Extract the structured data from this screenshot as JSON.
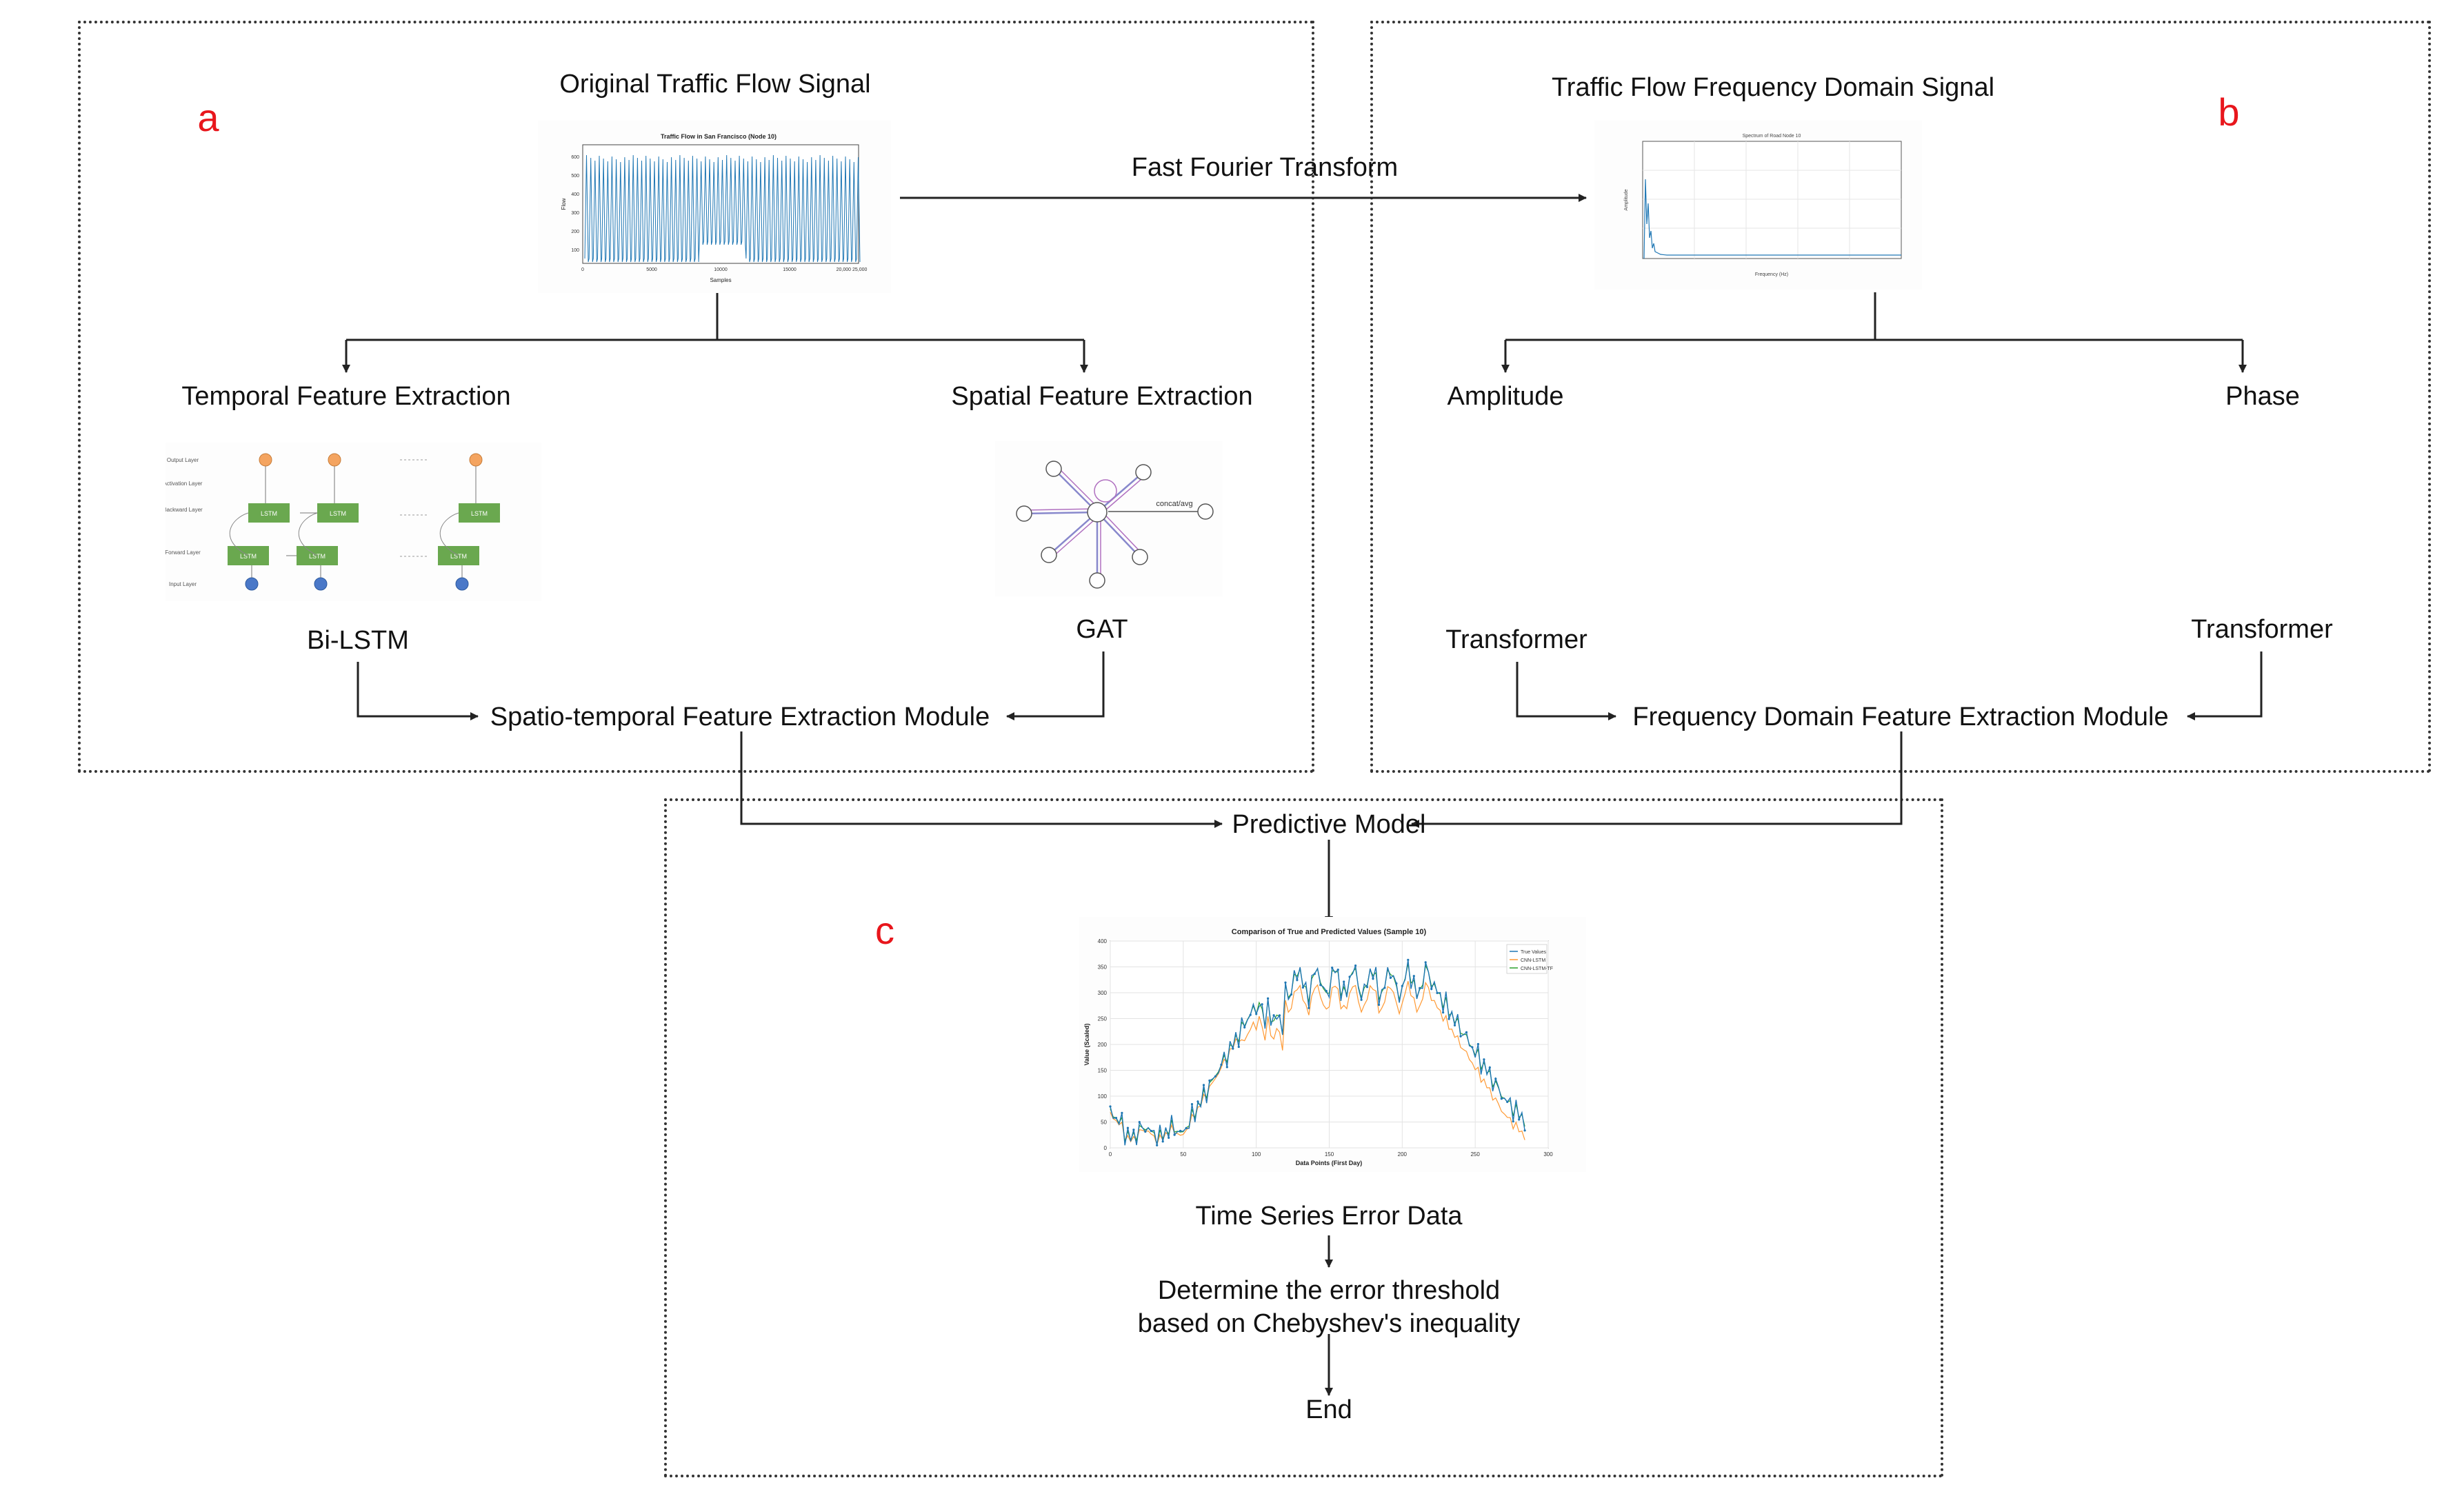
{
  "panels": {
    "a": {
      "tag": "a"
    },
    "b": {
      "tag": "b"
    },
    "c": {
      "tag": "c"
    }
  },
  "labels": {
    "original_signal": "Original Traffic Flow Signal",
    "fft": "Fast Fourier Transform",
    "freq_signal": "Traffic Flow Frequency Domain Signal",
    "temporal": "Temporal Feature Extraction",
    "spatial": "Spatial Feature Extraction",
    "amplitude": "Amplitude",
    "phase": "Phase",
    "bilstm": "Bi-LSTM",
    "gat": "GAT",
    "transformer_left": "Transformer",
    "transformer_right": "Transformer",
    "st_module": "Spatio-temporal Feature Extraction Module",
    "fd_module": "Frequency Domain Feature Extraction Module",
    "predictive": "Predictive Model",
    "error_data": "Time Series Error Data",
    "threshold": "Determine the error threshold\nbased on Chebyshev's inequality",
    "end": "End"
  },
  "thumbnails": {
    "traffic": {
      "title": "Traffic Flow in San Francisco (Node 10)",
      "xlabel": "Samples",
      "ylabel": "Flow",
      "xticks": [
        "0",
        "5000",
        "10000",
        "15000",
        "20,000 25,000"
      ],
      "yticks": [
        "600",
        "500",
        "400",
        "300",
        "200",
        "100"
      ]
    },
    "spectrum": {
      "title": "Spectrum of Road Node 10",
      "xlabel": "Frequency (Hz)",
      "ylabel": "Amplitude"
    },
    "bilstm": {
      "layers": [
        "Output Layer",
        "Activation Layer",
        "Backward Layer",
        "Forward Layer",
        "Input Layer"
      ],
      "cell": "LSTM"
    },
    "gat": {
      "edge_label": "concat/avg"
    },
    "comparison": {
      "title": "Comparison of True and Predicted Values (Sample 10)",
      "xlabel": "Data Points (First Day)",
      "ylabel": "Value (Scaled)",
      "legend": [
        "True Values",
        "CNN-LSTM",
        "CNN-LSTM-TF"
      ],
      "xticks": [
        "0",
        "50",
        "100",
        "150",
        "200",
        "250",
        "300"
      ],
      "yticks": [
        "0",
        "50",
        "100",
        "150",
        "200",
        "250",
        "300",
        "350",
        "400"
      ]
    }
  },
  "colors": {
    "accent": "#e8161c",
    "traffic_line": "#1f77b4",
    "lstm_cell": "#6aa84f",
    "true_values": "#1f77b4",
    "cnn_lstm": "#ff9933",
    "cnn_lstm_tf": "#2ca02c"
  }
}
